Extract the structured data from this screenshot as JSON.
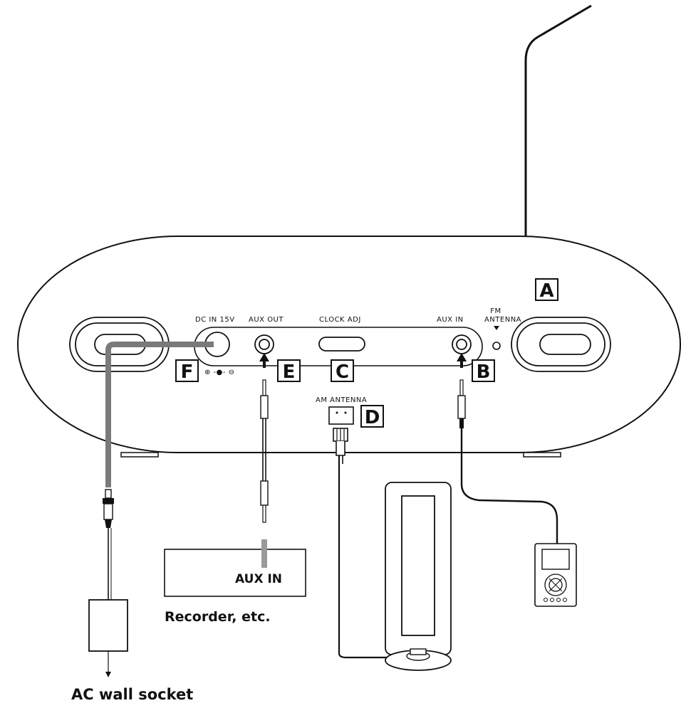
{
  "labels": {
    "dc_in": "DC IN 15V",
    "aux_out": "AUX OUT",
    "clock_adj": "CLOCK ADJ",
    "aux_in": "AUX IN",
    "fm_antenna_line1": "FM",
    "fm_antenna_line2": "ANTENNA",
    "am_antenna": "AM ANTENNA",
    "polarity": "⊕ -●- ⊖",
    "device_aux_in": "AUX IN",
    "recorder": "Recorder, etc.",
    "ac_wall_socket": "AC wall socket"
  },
  "callouts": {
    "a": "A",
    "b": "B",
    "c": "C",
    "d": "D",
    "e": "E",
    "f": "F"
  },
  "colors": {
    "line": "#111111",
    "power_cable": "#7a7a7a",
    "background": "#ffffff"
  }
}
